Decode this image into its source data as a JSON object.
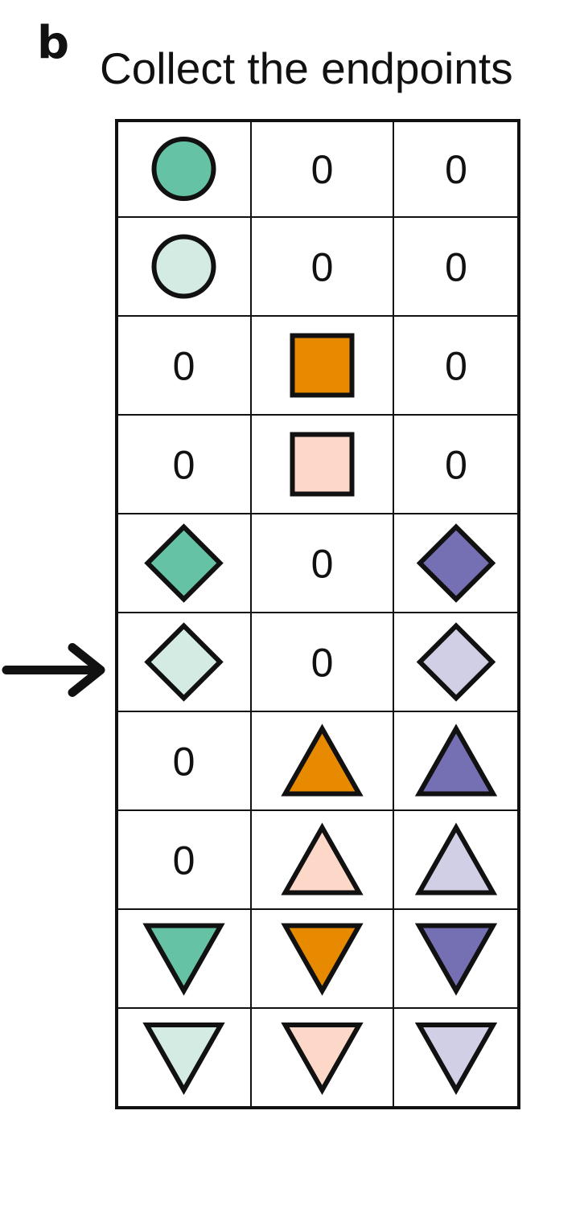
{
  "panel_label": "b",
  "title": "Collect the endpoints",
  "colors": {
    "teal_dark": "#66c2a5",
    "teal_light": "#d3ebe3",
    "orange_dark": "#e88a00",
    "orange_light": "#fdd8c8",
    "purple_dark": "#7570b3",
    "purple_light": "#d0cfe6",
    "outline": "#111111"
  },
  "grid": {
    "rows": [
      [
        {
          "shape": "circle",
          "color": "teal_dark"
        },
        {
          "text": "0"
        },
        {
          "text": "0"
        }
      ],
      [
        {
          "shape": "circle",
          "color": "teal_light"
        },
        {
          "text": "0"
        },
        {
          "text": "0"
        }
      ],
      [
        {
          "text": "0"
        },
        {
          "shape": "square",
          "color": "orange_dark"
        },
        {
          "text": "0"
        }
      ],
      [
        {
          "text": "0"
        },
        {
          "shape": "square",
          "color": "orange_light"
        },
        {
          "text": "0"
        }
      ],
      [
        {
          "shape": "diamond",
          "color": "teal_dark"
        },
        {
          "text": "0"
        },
        {
          "shape": "diamond",
          "color": "purple_dark"
        }
      ],
      [
        {
          "shape": "diamond",
          "color": "teal_light"
        },
        {
          "text": "0"
        },
        {
          "shape": "diamond",
          "color": "purple_light"
        }
      ],
      [
        {
          "text": "0"
        },
        {
          "shape": "triangle-up",
          "color": "orange_dark"
        },
        {
          "shape": "triangle-up",
          "color": "purple_dark"
        }
      ],
      [
        {
          "text": "0"
        },
        {
          "shape": "triangle-up",
          "color": "orange_light"
        },
        {
          "shape": "triangle-up",
          "color": "purple_light"
        }
      ],
      [
        {
          "shape": "triangle-down",
          "color": "teal_dark"
        },
        {
          "shape": "triangle-down",
          "color": "orange_dark"
        },
        {
          "shape": "triangle-down",
          "color": "purple_dark"
        }
      ],
      [
        {
          "shape": "triangle-down",
          "color": "teal_light"
        },
        {
          "shape": "triangle-down",
          "color": "orange_light"
        },
        {
          "shape": "triangle-down",
          "color": "purple_light"
        }
      ]
    ],
    "highlighted_row": 6
  },
  "marker": {
    "icon": "right-arrow-icon"
  }
}
